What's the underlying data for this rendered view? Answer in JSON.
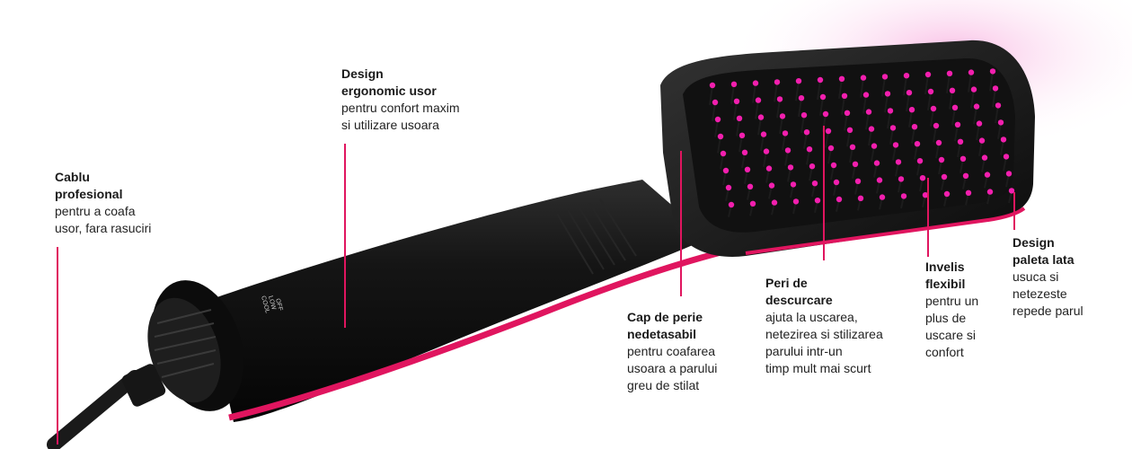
{
  "accent_color": "#e0155f",
  "bristle_color": "#f21fae",
  "body_color": "#141414",
  "product": {
    "switch_labels": [
      "COOL",
      "LOW",
      "OFF"
    ]
  },
  "callouts": [
    {
      "id": "cable",
      "title": [
        "Cablu",
        "profesional"
      ],
      "desc": [
        "pentru a coafa",
        "usor, fara rasuciri"
      ]
    },
    {
      "id": "ergonomic",
      "title": [
        "Design",
        "ergonomic usor"
      ],
      "desc": [
        "pentru confort maxim",
        "si utilizare usoara"
      ]
    },
    {
      "id": "head",
      "title": [
        "Cap de perie",
        "nedetasabil"
      ],
      "desc": [
        "pentru coafarea",
        "usoara a parului",
        "greu de stilat"
      ]
    },
    {
      "id": "bristles",
      "title": [
        "Peri de",
        "descurcare"
      ],
      "desc": [
        "ajuta la uscarea,",
        "netezirea si stilizarea",
        "parului intr-un",
        "timp mult mai scurt"
      ]
    },
    {
      "id": "coating",
      "title": [
        "Invelis",
        "flexibil"
      ],
      "desc": [
        "pentru un",
        "plus de",
        "uscare si",
        "confort"
      ]
    },
    {
      "id": "paddle",
      "title": [
        "Design",
        "paleta lata"
      ],
      "desc": [
        "usuca si",
        "netezeste",
        "repede parul"
      ]
    }
  ]
}
